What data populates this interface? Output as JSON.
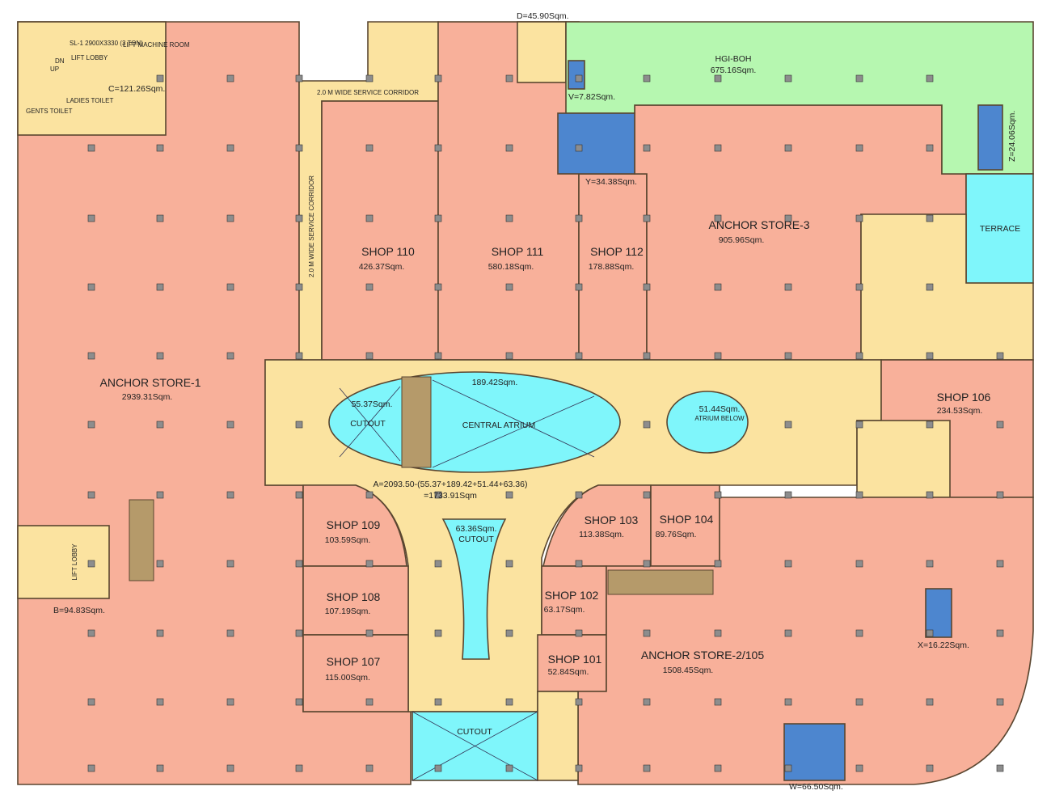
{
  "colors": {
    "retail": "#f8b09a",
    "circulation": "#fbe3a0",
    "boh": "#b6f7b0",
    "void": "#7ff6fb",
    "lift": "#4d86cf",
    "wall": "#5a4630",
    "column": "#8d8d8d"
  },
  "spaces": {
    "anchor1": {
      "name": "ANCHOR STORE-1",
      "area": "2939.31Sqm."
    },
    "anchor2": {
      "name": "ANCHOR STORE-2/105",
      "area": "1508.45Sqm."
    },
    "anchor3": {
      "name": "ANCHOR STORE-3",
      "area": "905.96Sqm."
    },
    "shop110": {
      "name": "SHOP 110",
      "area": "426.37Sqm."
    },
    "shop111": {
      "name": "SHOP 111",
      "area": "580.18Sqm."
    },
    "shop112": {
      "name": "SHOP 112",
      "area": "178.88Sqm."
    },
    "shop109": {
      "name": "SHOP 109",
      "area": "103.59Sqm."
    },
    "shop108": {
      "name": "SHOP 108",
      "area": "107.19Sqm."
    },
    "shop107": {
      "name": "SHOP 107",
      "area": "115.00Sqm."
    },
    "shop103": {
      "name": "SHOP 103",
      "area": "113.38Sqm."
    },
    "shop104": {
      "name": "SHOP 104",
      "area": "89.76Sqm."
    },
    "shop102": {
      "name": "SHOP 102",
      "area": "63.17Sqm."
    },
    "shop101": {
      "name": "SHOP 101",
      "area": "52.84Sqm."
    },
    "shop106": {
      "name": "SHOP 106",
      "area": "234.53Sqm."
    },
    "hgi": {
      "name": "HGI-BOH",
      "area": "675.16Sqm."
    },
    "terrace": {
      "name": "TERRACE"
    }
  },
  "voids": {
    "cutout_left": {
      "name": "CUTOUT",
      "area": "55.37Sqm."
    },
    "central_atrium": {
      "name": "CENTRAL ATRIUM",
      "area": "189.42Sqm."
    },
    "atrium_below": {
      "name": "ATRIUM BELOW",
      "area": "51.44Sqm."
    },
    "cutout_funnel": {
      "name": "CUTOUT",
      "area": "63.36Sqm."
    },
    "cutout_bottom": {
      "name": "CUTOUT"
    }
  },
  "common_area": {
    "formula": "A=2093.50-(55.37+189.42+51.44+63.36)",
    "result": "=1733.91Sqm"
  },
  "service_areas": {
    "c": "C=121.26Sqm.",
    "b": "B=94.83Sqm.",
    "d": "D=45.90Sqm.",
    "v": "V=7.82Sqm.",
    "y": "Y=34.38Sqm.",
    "z": "Z=24.06Sqm.",
    "x": "X=16.22Sqm.",
    "w": "W=66.50Sqm."
  },
  "corridors": {
    "horizontal": "2.0 M WIDE SERVICE CORRIDOR",
    "vertical": "2.0 M WIDE SERVICE CORRIDOR"
  },
  "small_labels": {
    "lift_lobby": "LIFT LOBBY",
    "lift_machine_room": "LIFT MACHINE ROOM",
    "sl1": "SL-1 2900X3330 (3 TON)",
    "gents_toilet": "GENTS TOILET",
    "ladies_toilet": "LADIES TOILET",
    "dn": "DN",
    "up": "UP"
  }
}
